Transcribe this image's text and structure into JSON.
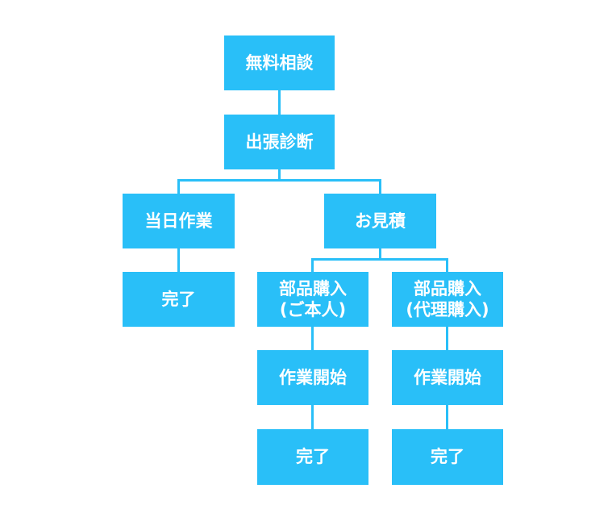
{
  "diagram": {
    "accent_color": "#29bff8",
    "text_color": "#ffffff",
    "nodes": {
      "consult": "無料相談",
      "diagnosis": "出張診断",
      "same_day_work": "当日作業",
      "estimate": "お見積",
      "same_day_done": "完了",
      "parts_self": "部品購入\n(ご本人)",
      "parts_proxy": "部品購入\n(代理購入)",
      "work_start_self": "作業開始",
      "work_start_proxy": "作業開始",
      "done_self": "完了",
      "done_proxy": "完了"
    }
  }
}
